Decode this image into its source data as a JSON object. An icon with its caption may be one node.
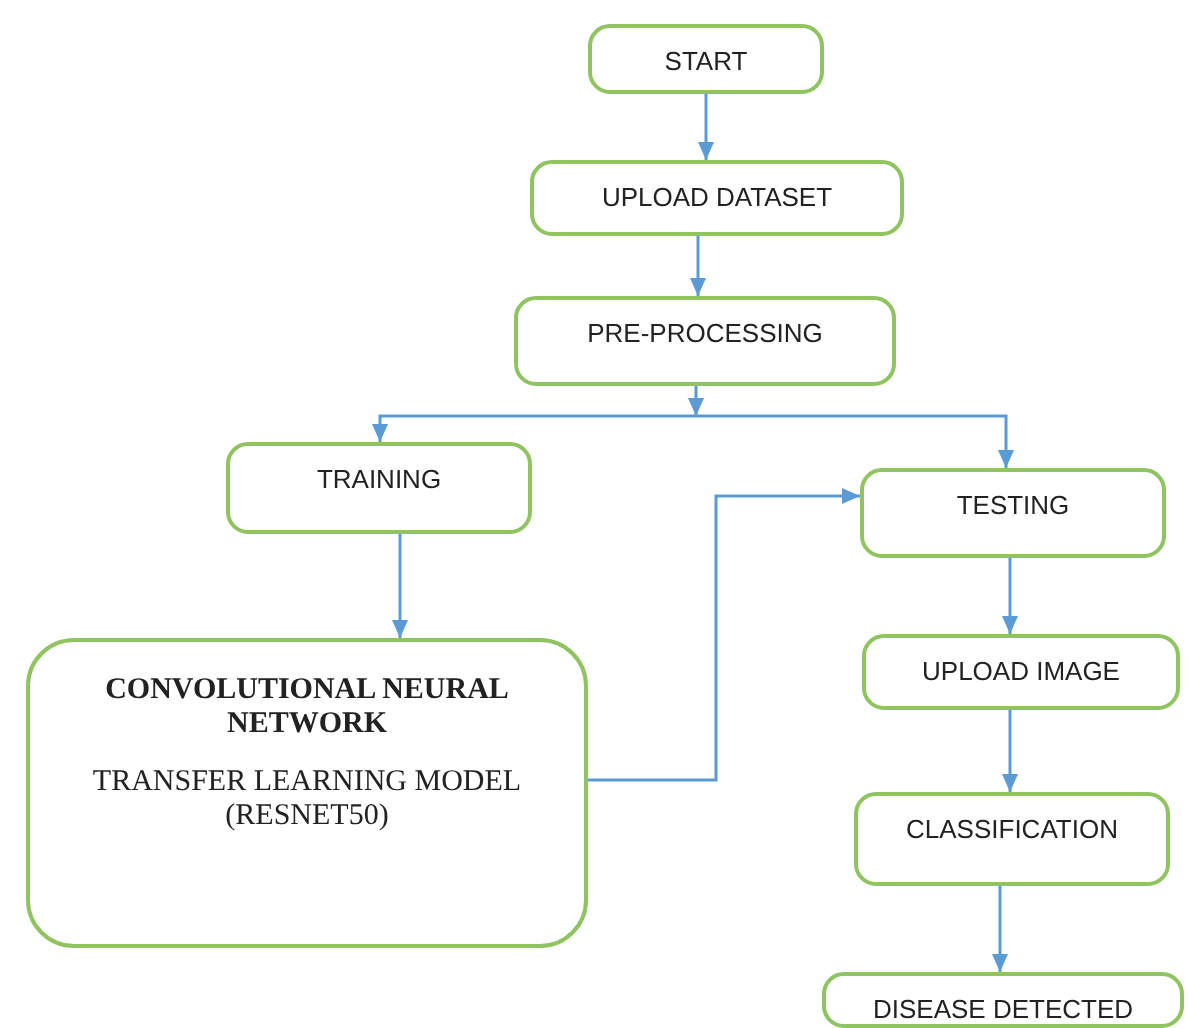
{
  "diagram": {
    "nodes": [
      {
        "text": [
          "START"
        ]
      },
      {
        "text": [
          "UPLOAD DATASET"
        ]
      },
      {
        "text": [
          "PRE-PROCESSING"
        ]
      },
      {
        "text": [
          "TRAINING"
        ]
      },
      {
        "text": [
          "CONVOLUTIONAL NEURAL NETWORK",
          "TRANSFER LEARNING MODEL (RESNET50)"
        ]
      },
      {
        "text": [
          "TESTING"
        ]
      },
      {
        "text": [
          "UPLOAD IMAGE"
        ]
      },
      {
        "text": [
          "CLASSIFICATION"
        ]
      },
      {
        "text": [
          "DISEASE DETECTED"
        ]
      }
    ],
    "edges": [
      {
        "from": 0,
        "to": 1,
        "arrow": "to"
      },
      {
        "from": 1,
        "to": 2,
        "arrow": "to"
      },
      {
        "from": 2,
        "to": 3,
        "arrow": "to"
      },
      {
        "from": 2,
        "to": 5,
        "arrow": "to"
      },
      {
        "from": 3,
        "to": 4,
        "arrow": "to"
      },
      {
        "from": 4,
        "to": 5,
        "arrow": "to"
      },
      {
        "from": 5,
        "to": 6,
        "arrow": "to"
      },
      {
        "from": 6,
        "to": 7,
        "arrow": "to"
      },
      {
        "from": 7,
        "to": 8,
        "arrow": "to"
      }
    ]
  }
}
